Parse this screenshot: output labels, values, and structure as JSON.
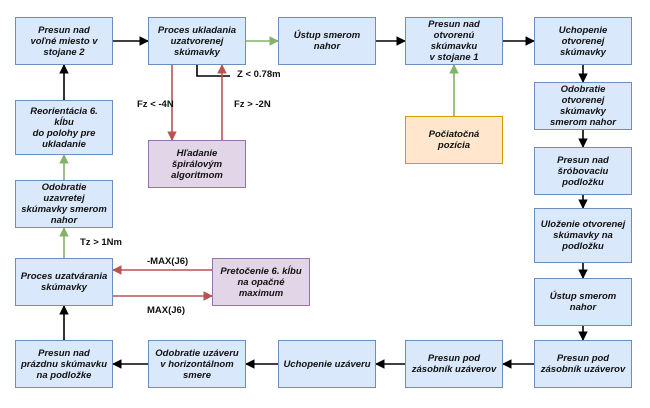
{
  "colors": {
    "node_fill": "#dae8fc",
    "node_border": "#6c8ebf",
    "start_fill": "#ffe6cc",
    "start_border": "#d79b00",
    "alt_fill": "#e1d5e7",
    "alt_border": "#9673a6",
    "arrow_black": "#000000",
    "arrow_green": "#82b366",
    "arrow_red": "#b85450"
  },
  "nodes": {
    "n1": "Presun nad\nvoľné miesto v\nstojane 2",
    "n2": "Proces ukladania\nuzatvorenej\nskúmavky",
    "n3": "Ústup smerom\nnahor",
    "n4": "Presun nad\notvorenú skúmavku\nv stojane 1",
    "n5": "Uchopenie\notvorenej skúmavky",
    "n6": "Odobratie\notvorenej skúmavky\nsmerom nahor",
    "n7": "Presun nad\nšróbovaciu\npodložku",
    "n8": "Uloženie otvorenej\nskúmavky na\npodložku",
    "n9": "Ústup smerom\nnahor",
    "n10": "Presun pod\nzásobník uzáverov",
    "n11": "Presun pod\nzásobník uzáverov",
    "n12": "Uchopenie uzáveru",
    "n13": "Odobratie  uzáveru\nv horizontálnom\nsmere",
    "n14": "Presun nad\nprázdnu skúmavku\nna podložke",
    "n15": "Proces uzatvárania\nskúmavky",
    "n16": "Pretočenie 6. kĺbu\nna opačné\nmaximum",
    "n17": "Odobratie uzavretej\nskúmavky smerom\nnahor",
    "n18": "Reorientácia 6. kĺbu\ndo polohy pre\nukladanie",
    "start": "Počiatočná\npozícia",
    "spiral": "Hľadanie\nšpirálovým\nalgoritmom"
  },
  "edge_labels": {
    "z": "Z < 0.78m",
    "fz_lt": "Fz < -4N",
    "fz_gt": "Fz > -2N",
    "tz": "Tz > 1Nm",
    "max_neg": "-MAX(J6)",
    "max_pos": "MAX(J6)"
  }
}
